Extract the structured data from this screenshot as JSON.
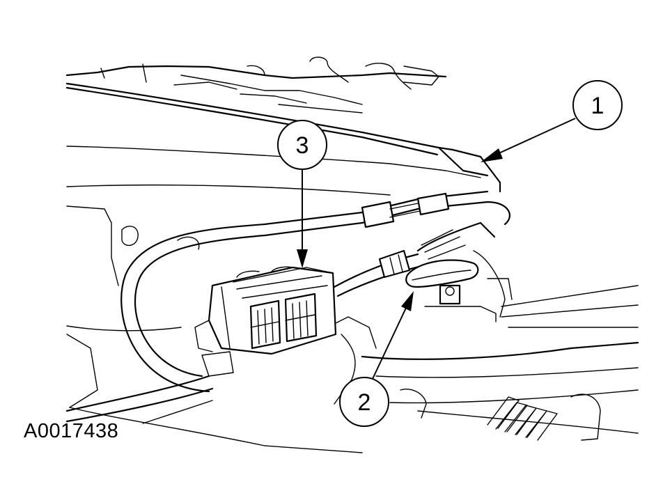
{
  "figure": {
    "reference_code": "A0017438",
    "callouts": [
      {
        "id": "1",
        "label": "1"
      },
      {
        "id": "2",
        "label": "2"
      },
      {
        "id": "3",
        "label": "3"
      }
    ],
    "colors": {
      "line": "#000000",
      "background": "#ffffff"
    }
  }
}
